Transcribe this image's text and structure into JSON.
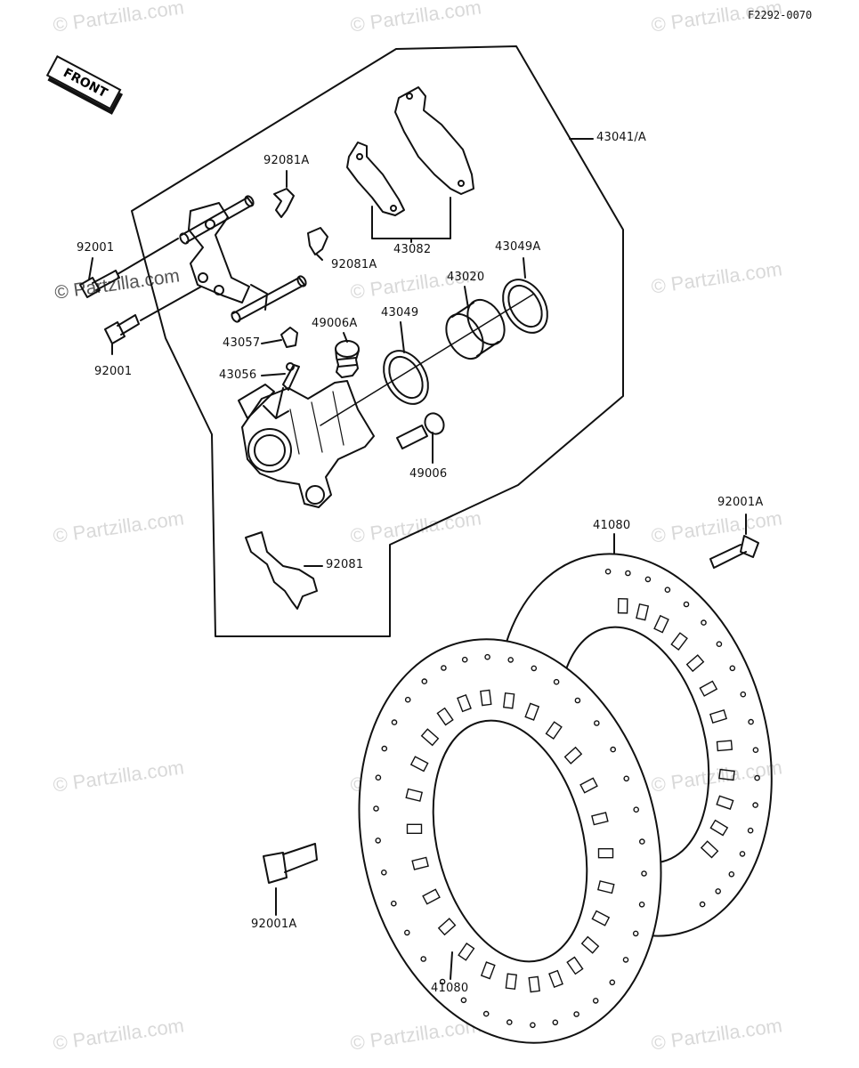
{
  "figure_id": "F2292-0070",
  "front_label": "FRONT",
  "watermark": "© Partzilla.com",
  "parts": {
    "p43041A": "43041/A",
    "p92081A_top": "92081A",
    "p92081A_mid": "92081A",
    "p43082": "43082",
    "p92001_top": "92001",
    "p92001_bot": "92001",
    "p43049A": "43049A",
    "p43020": "43020",
    "p49006A": "49006A",
    "p43049": "43049",
    "p43057": "43057",
    "p43056": "43056",
    "p49006": "49006",
    "p92081": "92081",
    "p92001A_right": "92001A",
    "p41080_top": "41080",
    "p92001A_bot": "92001A",
    "p41080_bot": "41080"
  }
}
